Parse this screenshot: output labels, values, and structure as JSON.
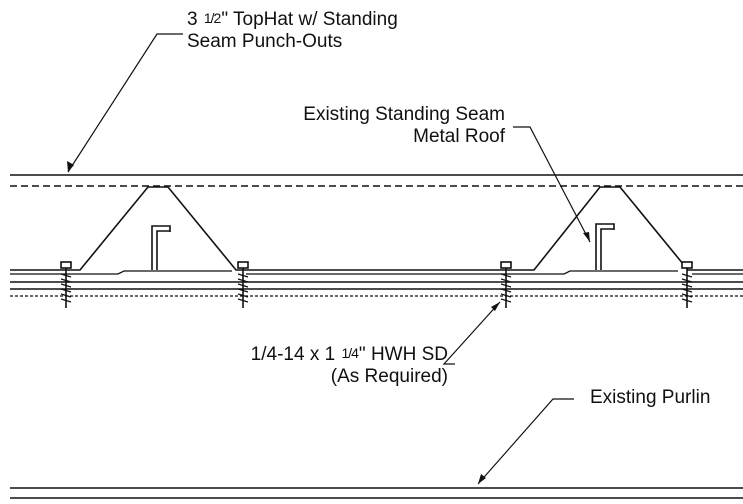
{
  "colors": {
    "ink": "#111111",
    "background": "#ffffff"
  },
  "labels": {
    "tophat": {
      "line1_pre": "3 ",
      "line1_frac": "1/2",
      "line1_post": "\" TopHat w/ Standing",
      "line2": "Seam Punch-Outs"
    },
    "roof": {
      "line1": "Existing Standing Seam",
      "line2": "Metal Roof"
    },
    "screw": {
      "line1_pre": "1/4-14 x 1 ",
      "line1_frac": "1/4",
      "line1_post": "\" HWH SD",
      "line2": "(As Required)"
    },
    "purlin": {
      "line1": "Existing Purlin"
    }
  }
}
